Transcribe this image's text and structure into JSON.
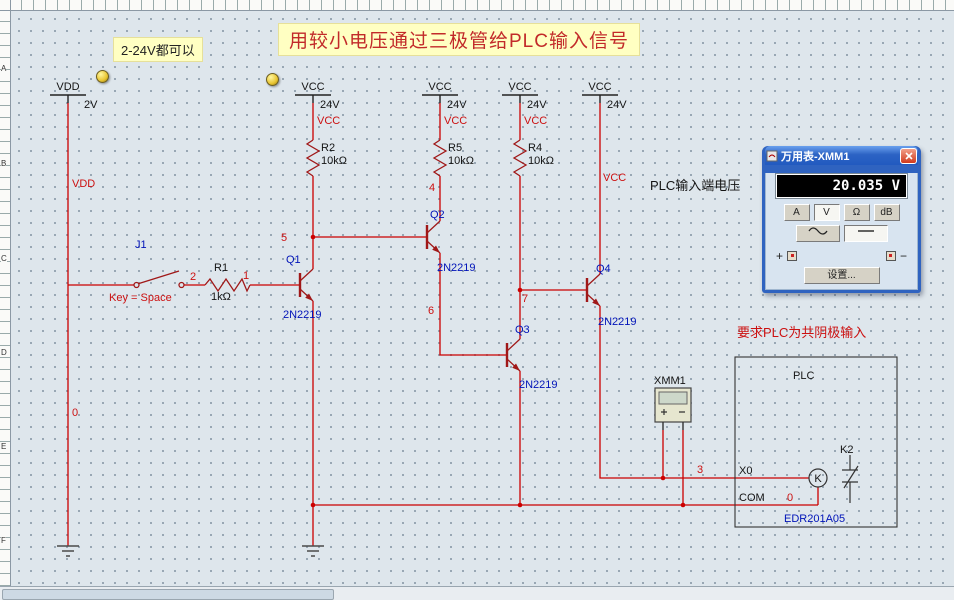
{
  "banners": {
    "title": "用较小电压通过三极管给PLC输入信号",
    "note": "2-24V都可以"
  },
  "annotations": {
    "plc_input_voltage": "PLC输入端电压",
    "plc_requirement": "要求PLC为共阴极输入"
  },
  "ruler": {
    "rows": [
      "A",
      "B",
      "C",
      "D",
      "E",
      "F"
    ]
  },
  "rails": {
    "vdd": {
      "name": "VDD",
      "voltage": "2V"
    },
    "vcc1": {
      "name": "VCC",
      "voltage": "24V"
    },
    "vcc2": {
      "name": "VCC",
      "voltage": "24V"
    },
    "vcc3": {
      "name": "VCC",
      "voltage": "24V"
    },
    "vcc4": {
      "name": "VCC",
      "voltage": "24V"
    }
  },
  "net_labels": {
    "vdd": "VDD",
    "vcc1": "VCC",
    "vcc2": "VCC",
    "vcc3": "VCC",
    "vcc4": "VCC",
    "n0": "0",
    "n0_plc": "0",
    "n1": "1",
    "n2": "2",
    "n3": "3",
    "n4": "4",
    "n5": "5",
    "n6": "6",
    "n7": "7"
  },
  "components": {
    "j1": {
      "ref": "J1",
      "key_label": "Key = Space"
    },
    "r1": {
      "ref": "R1",
      "value": "1kΩ"
    },
    "r2": {
      "ref": "R2",
      "value": "10kΩ"
    },
    "r5": {
      "ref": "R5",
      "value": "10kΩ"
    },
    "r4": {
      "ref": "R4",
      "value": "10kΩ"
    },
    "q1": {
      "ref": "Q1",
      "model": "2N2219"
    },
    "q2": {
      "ref": "Q2",
      "model": "2N2219"
    },
    "q3": {
      "ref": "Q3",
      "model": "2N2219"
    },
    "q4": {
      "ref": "Q4",
      "model": "2N2219"
    },
    "xmm1_icon": {
      "ref": "XMM1"
    },
    "relay": {
      "ref": "K2",
      "coil_letter": "K",
      "model": "EDR201A05"
    }
  },
  "plc": {
    "label": "PLC",
    "x0": "X0",
    "com": "COM"
  },
  "multimeter": {
    "title": "万用表-XMM1",
    "reading": "20.035 V",
    "mode_buttons": [
      "A",
      "V",
      "Ω",
      "dB"
    ],
    "settings_label": "设置...",
    "plus": "+",
    "minus": "−"
  },
  "colors": {
    "wire": "#cc0000",
    "symbol": "#a01818",
    "label_blue": "#0013b8",
    "label_red": "#cc1111",
    "highlight": "#ffffc2"
  }
}
